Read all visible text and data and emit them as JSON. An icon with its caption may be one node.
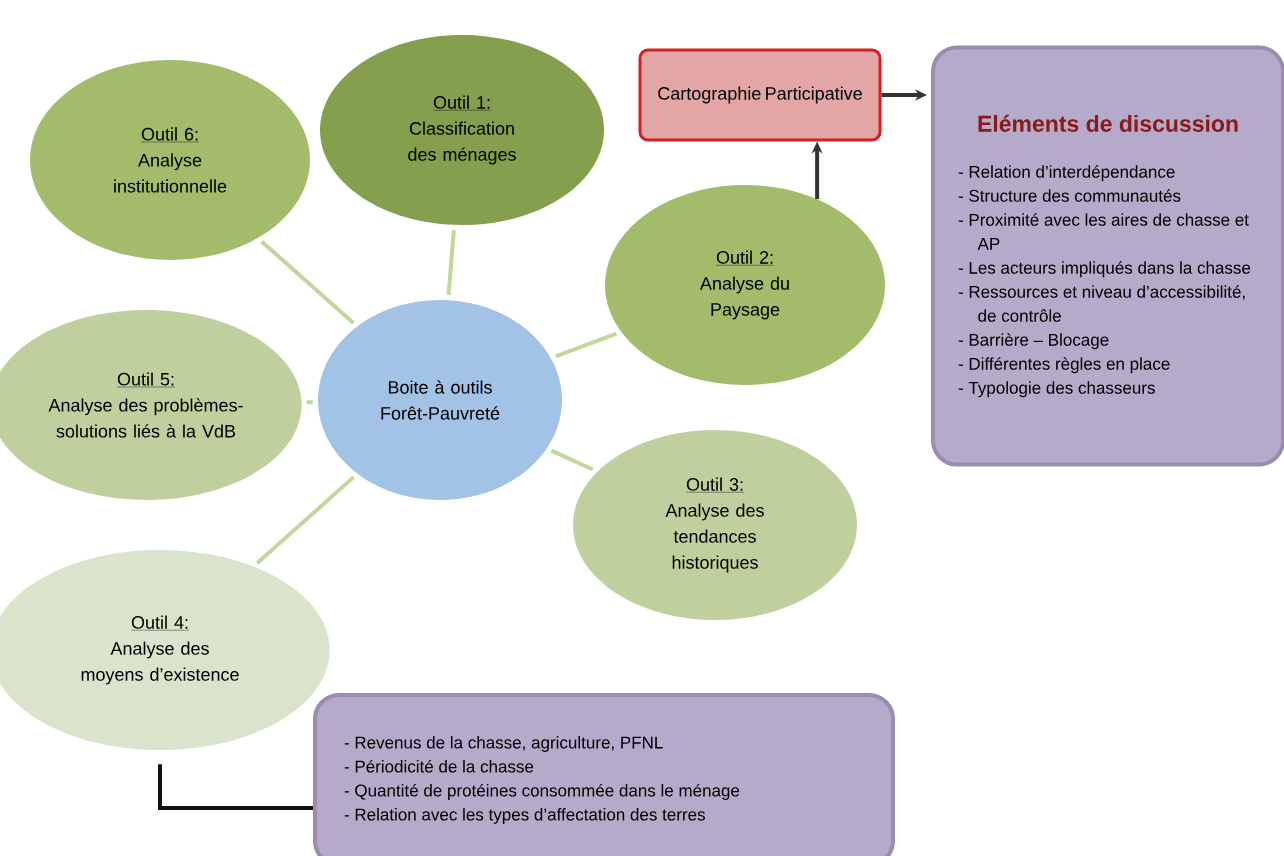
{
  "diagram": {
    "nodes": [
      {
        "text": [
          "Outil 1:",
          "Classification des ménages"
        ]
      },
      {
        "text": [
          "Outil 6:",
          "Analyse institutionnelle"
        ]
      },
      {
        "text": [
          "Cartographie Participative"
        ]
      },
      {
        "text": [
          "Eléments de discussion",
          "- Relation d’interdépendance",
          "- Structure des communautés",
          "- Proximité avec les aires de chasse et AP",
          "- Les acteurs impliqués dans la chasse",
          "- Ressources et niveau d’accessibilité, de contrôle",
          "- Barrière – Blocage",
          "- Différentes règles en place",
          "- Typologie des chasseurs"
        ]
      },
      {
        "text": [
          "Outil 2:",
          "Analyse du Paysage"
        ]
      },
      {
        "text": [
          "Outil 5:",
          "Analyse des problèmes-solutions liés à la VdB"
        ]
      },
      {
        "text": [
          "Boite à outils Forêt-Pauvreté"
        ]
      },
      {
        "text": [
          "Outil 3:",
          "Analyse des tendances historiques"
        ]
      },
      {
        "text": [
          "Outil 4:",
          "Analyse des moyens d’existence"
        ]
      },
      {
        "text": [
          "- Revenus de la chasse, agriculture, PFNL",
          "- Périodicité de la chasse",
          "- Quantité de protéines consommée dans le ménage",
          "- Relation avec les types d’affectation des terres"
        ]
      }
    ],
    "edges": [
      {
        "from": 6,
        "to": 0,
        "arrow": "none"
      },
      {
        "from": 6,
        "to": 1,
        "arrow": "none"
      },
      {
        "from": 6,
        "to": 4,
        "arrow": "none"
      },
      {
        "from": 6,
        "to": 5,
        "arrow": "none"
      },
      {
        "from": 6,
        "to": 7,
        "arrow": "none"
      },
      {
        "from": 6,
        "to": 8,
        "arrow": "none"
      },
      {
        "from": 4,
        "to": 2,
        "arrow": "to",
        "color": "#333333"
      },
      {
        "from": 2,
        "to": 3,
        "arrow": "to",
        "color": "#333333"
      },
      {
        "from": 8,
        "to": 9,
        "arrow": "none",
        "color": "#111111"
      }
    ]
  }
}
